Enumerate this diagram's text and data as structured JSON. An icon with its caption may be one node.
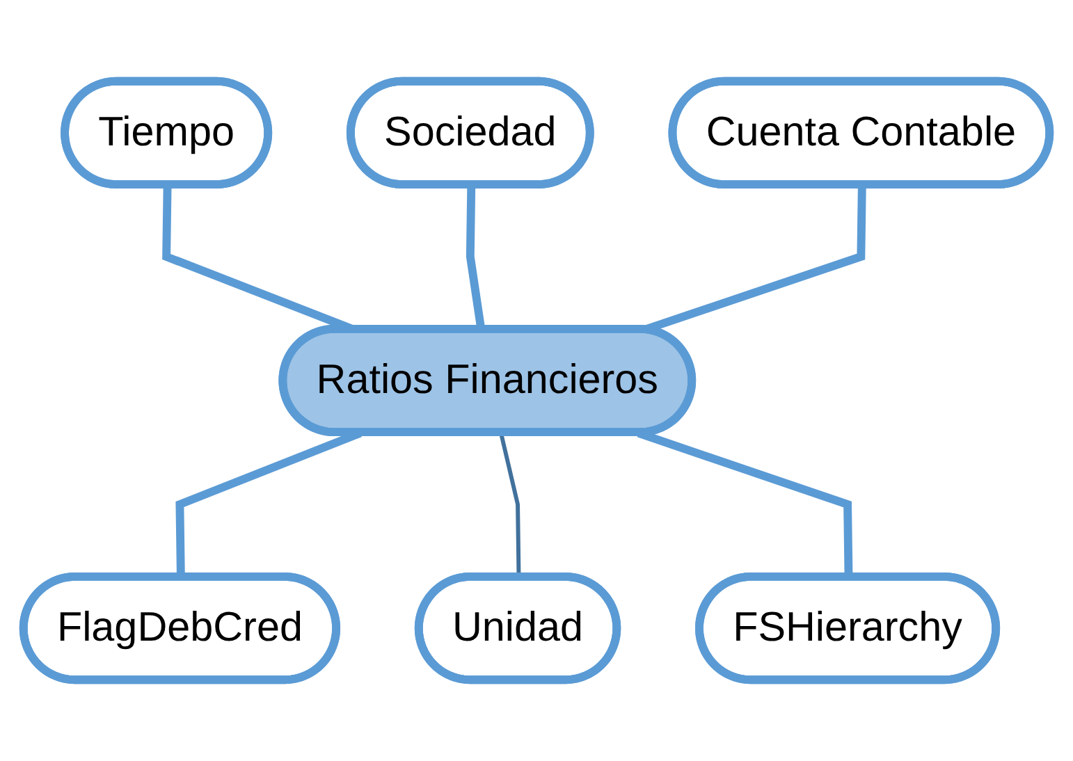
{
  "diagram": {
    "nodes": [
      {
        "text": [
          "Tiempo"
        ]
      },
      {
        "text": [
          "Sociedad"
        ]
      },
      {
        "text": [
          "Cuenta Contable"
        ]
      },
      {
        "text": [
          "Ratios Financieros"
        ]
      },
      {
        "text": [
          "FlagDebCred"
        ]
      },
      {
        "text": [
          "Unidad"
        ]
      },
      {
        "text": [
          "FSHierarchy"
        ]
      }
    ],
    "edges": [
      {
        "from": 3,
        "to": 0,
        "arrow": "none"
      },
      {
        "from": 3,
        "to": 1,
        "arrow": "none"
      },
      {
        "from": 3,
        "to": 2,
        "arrow": "none"
      },
      {
        "from": 3,
        "to": 4,
        "arrow": "none"
      },
      {
        "from": 3,
        "to": 5,
        "arrow": "none",
        "color": "#41719c"
      },
      {
        "from": 3,
        "to": 6,
        "arrow": "none"
      }
    ]
  }
}
